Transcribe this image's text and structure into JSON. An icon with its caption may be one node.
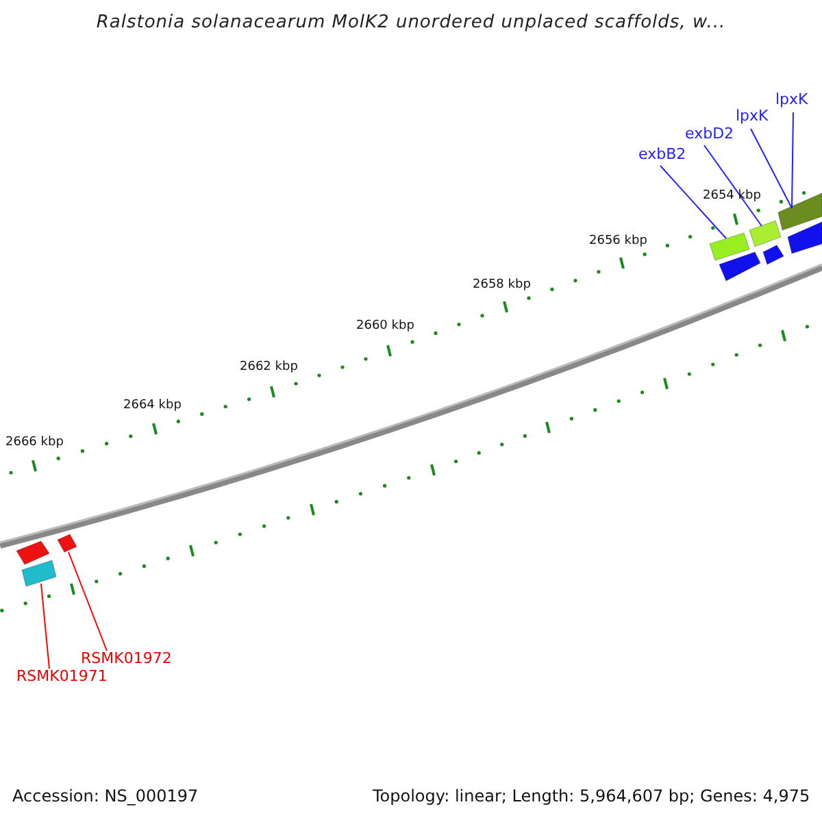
{
  "diagram": {
    "title": "Ralstonia solanacearum MolK2 unordered unplaced scaffolds, w...",
    "nodes": [
      {
        "text": [
          "exbB2"
        ]
      },
      {
        "text": [
          "exbD2"
        ]
      },
      {
        "text": [
          "lpxK"
        ]
      },
      {
        "text": [
          "lpxK"
        ]
      },
      {
        "text": [
          "RSMK01972"
        ]
      },
      {
        "text": [
          "RSMK01971"
        ]
      },
      {
        "text": [],
        "shape": "bar"
      },
      {
        "text": [],
        "shape": "bar"
      },
      {
        "text": [],
        "shape": "bar"
      },
      {
        "text": [],
        "shape": "bar"
      },
      {
        "text": [],
        "shape": "bar"
      },
      {
        "text": [],
        "shape": "bar"
      },
      {
        "text": [],
        "shape": "bar"
      },
      {
        "text": [],
        "shape": "bar"
      },
      {
        "text": [],
        "shape": "bar"
      }
    ],
    "edges": [
      {
        "from": 0,
        "to": 9,
        "arrow": "none"
      },
      {
        "from": 1,
        "to": 10,
        "arrow": "none"
      },
      {
        "from": 2,
        "to": 13,
        "arrow": "none"
      },
      {
        "from": 3,
        "to": 13,
        "arrow": "none"
      },
      {
        "from": 4,
        "to": 7,
        "arrow": "none",
        "color": "#ff0000"
      },
      {
        "from": 5,
        "to": 8,
        "arrow": "none",
        "color": "#ff0000"
      }
    ],
    "labels": [
      "2654 kbp",
      "2656 kbp",
      "2658 kbp",
      "2660 kbp",
      "2662 kbp",
      "2664 kbp",
      "2666 kbp",
      "Accession: NS_000197",
      "Topology: linear; Length: 5,964,607 bp; Genes: 4,975"
    ]
  }
}
